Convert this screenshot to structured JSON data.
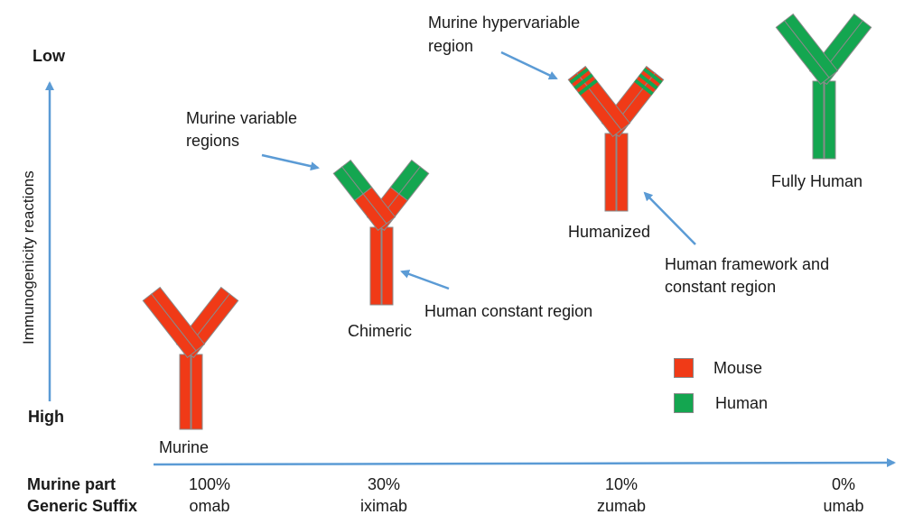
{
  "axis": {
    "y_title": "Immunogenicity reactions",
    "y_low": "Low",
    "y_high": "High"
  },
  "rows": {
    "murine_part_label": "Murine part",
    "suffix_label": "Generic Suffix"
  },
  "columns": [
    {
      "percent": "100%",
      "suffix": "omab"
    },
    {
      "percent": "30%",
      "suffix": "iximab"
    },
    {
      "percent": "10%",
      "suffix": "zumab"
    },
    {
      "percent": "0%",
      "suffix": "umab"
    }
  ],
  "antibodies": {
    "murine": "Murine",
    "chimeric": "Chimeric",
    "humanized": "Humanized",
    "fully_human": "Fully Human"
  },
  "callouts": {
    "murine_variable": [
      "Murine variable",
      "regions"
    ],
    "human_constant": "Human constant region",
    "murine_hypervariable": [
      "Murine hypervariable",
      "region"
    ],
    "human_framework": [
      "Human framework and",
      "constant region"
    ]
  },
  "legend": {
    "mouse": "Mouse",
    "human": "Human"
  },
  "colors": {
    "mouse": "#f03a17",
    "human": "#14a650",
    "arrow": "#5b9bd5",
    "outline": "#8a8a8a"
  }
}
